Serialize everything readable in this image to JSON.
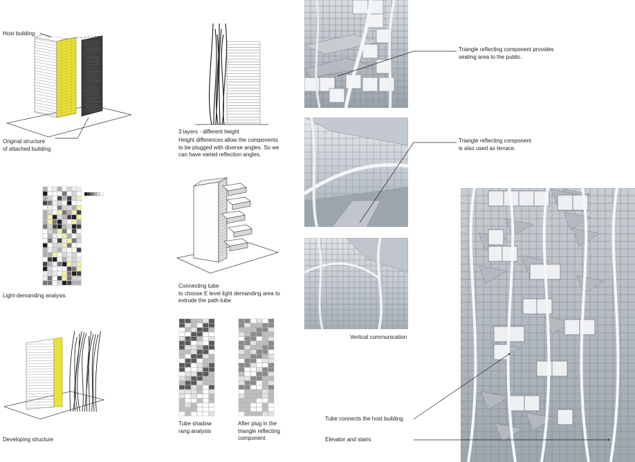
{
  "labels": {
    "host_building": "Host building",
    "original_structure": "Original structure\nof attached building",
    "light_analysis": "Light-demanding analysis",
    "developing_structure": "Developing structure",
    "three_layers": "3 layers - different height",
    "height_diff": "Height differences allow the components\nto be plugged with diverse angles. So we\ncan have varied reflection angles.",
    "connecting_tube": "Connecting tube\nto choose E level light demanding area to\nextrude the path-tube",
    "tube_shadow": "Tube shadow\nrang analysis",
    "after_plug": "After plug in the\ntriangle reflecting\ncomponent",
    "seating": "Triangle reflecting component provides\nseating area to the public.",
    "terrace": "Triangle reflecting component\nis also used as terrace.",
    "vertical": "Vertical communication",
    "tube_connects": "Tube connects the host building",
    "elevator": "Elevator and stairs"
  },
  "colors": {
    "accent_yellow": "#e8e23a",
    "render_grey": "#aeb4ba",
    "line": "#333333"
  }
}
